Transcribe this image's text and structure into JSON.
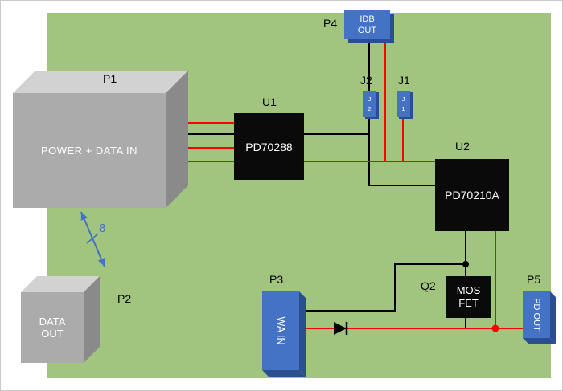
{
  "colors": {
    "panel": "#a1c57e",
    "wire_red": "#ff0000",
    "wire_black": "#000000",
    "arrow_blue": "#4472c4",
    "box_blue": "#4472c4",
    "box_blue_dark": "#2a4e8f",
    "box_gray": "#ababab",
    "box_gray_light": "#d2d2d2",
    "box_gray_dark": "#8a8a8a",
    "chip_black": "#0a0a0a"
  },
  "blocks": {
    "p1": {
      "ref": "P1",
      "label": "POWER + DATA IN"
    },
    "p2": {
      "ref": "P2",
      "label": "DATA\nOUT"
    },
    "p3": {
      "ref": "P3",
      "label": "WA IN"
    },
    "p4": {
      "ref": "P4",
      "label": "IDB\nOUT"
    },
    "p5": {
      "ref": "P5",
      "label": "PD OUT"
    },
    "u1": {
      "ref": "U1",
      "label": "PD70288"
    },
    "u2": {
      "ref": "U2",
      "label": "PD70210A"
    },
    "q2": {
      "ref": "Q2",
      "label": "MOS\nFET"
    },
    "j1": {
      "ref": "J1",
      "label": "J\n1"
    },
    "j2": {
      "ref": "J2",
      "label": "J\n2"
    }
  },
  "annotations": {
    "bus_width": "8"
  }
}
